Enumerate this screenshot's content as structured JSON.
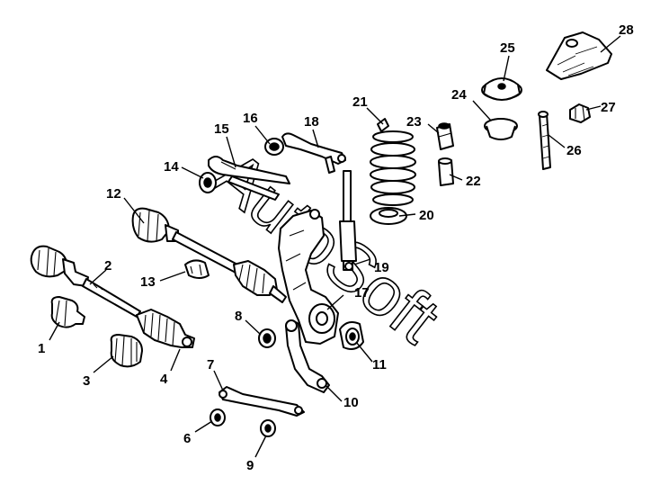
{
  "diagram": {
    "watermark": "AutoSoft",
    "callouts": [
      {
        "id": "1",
        "text": "1"
      },
      {
        "id": "2",
        "text": "2"
      },
      {
        "id": "3",
        "text": "3"
      },
      {
        "id": "4",
        "text": "4"
      },
      {
        "id": "6",
        "text": "6"
      },
      {
        "id": "7",
        "text": "7"
      },
      {
        "id": "8",
        "text": "8"
      },
      {
        "id": "9",
        "text": "9"
      },
      {
        "id": "10",
        "text": "10"
      },
      {
        "id": "11",
        "text": "11"
      },
      {
        "id": "12",
        "text": "12"
      },
      {
        "id": "13",
        "text": "13"
      },
      {
        "id": "14",
        "text": "14"
      },
      {
        "id": "15",
        "text": "15"
      },
      {
        "id": "16",
        "text": "16"
      },
      {
        "id": "17",
        "text": "17"
      },
      {
        "id": "18",
        "text": "18"
      },
      {
        "id": "19",
        "text": "19"
      },
      {
        "id": "20",
        "text": "20"
      },
      {
        "id": "21",
        "text": "21"
      },
      {
        "id": "22",
        "text": "22"
      },
      {
        "id": "23",
        "text": "23"
      },
      {
        "id": "24",
        "text": "24"
      },
      {
        "id": "25",
        "text": "25"
      },
      {
        "id": "26",
        "text": "26"
      },
      {
        "id": "27",
        "text": "27"
      },
      {
        "id": "28",
        "text": "28"
      }
    ]
  }
}
